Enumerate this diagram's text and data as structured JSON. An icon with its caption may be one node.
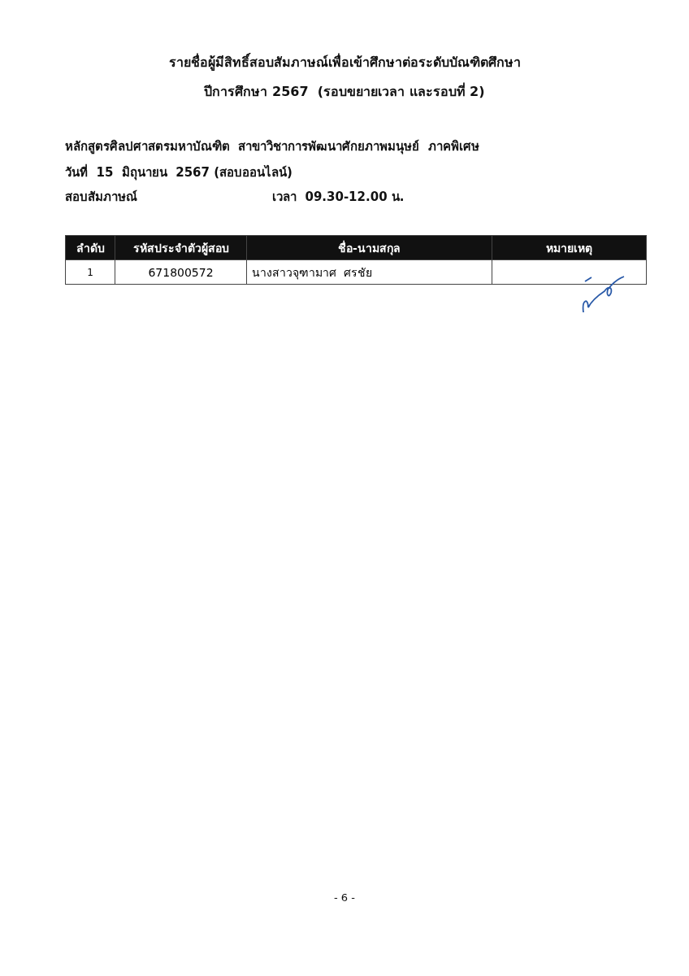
{
  "diagram": {
    "title": "รายชื่อผู้มีสิทธิ์สอบสัมภาษณ์เพื่อเข้าศึกษาต่อระดับบัณฑิตศึกษา",
    "labels": [
      "ปีการศึกษา 2567  (รอบขยายเวลา และรอบที่ 2)",
      "หลักสูตรศิลปศาสตรมหาบัณฑิต  สาขาวิชาการพัฒนาศักยภาพมนุษย์  ภาคพิเศษ",
      "วันที่  15  มิถุนายน  2567 (สอบออนไลน์)",
      "สอบสัมภาษณ์",
      "เวลา  09.30-12.00 น.",
      "ลำดับ",
      "รหัสประจำตัวผู้สอบ",
      "ชื่อ-นามสกุล",
      "หมายเหตุ",
      "1",
      "671800572",
      "นางสาวจุฑามาศ  ศรชัย",
      "- 6 -"
    ]
  }
}
